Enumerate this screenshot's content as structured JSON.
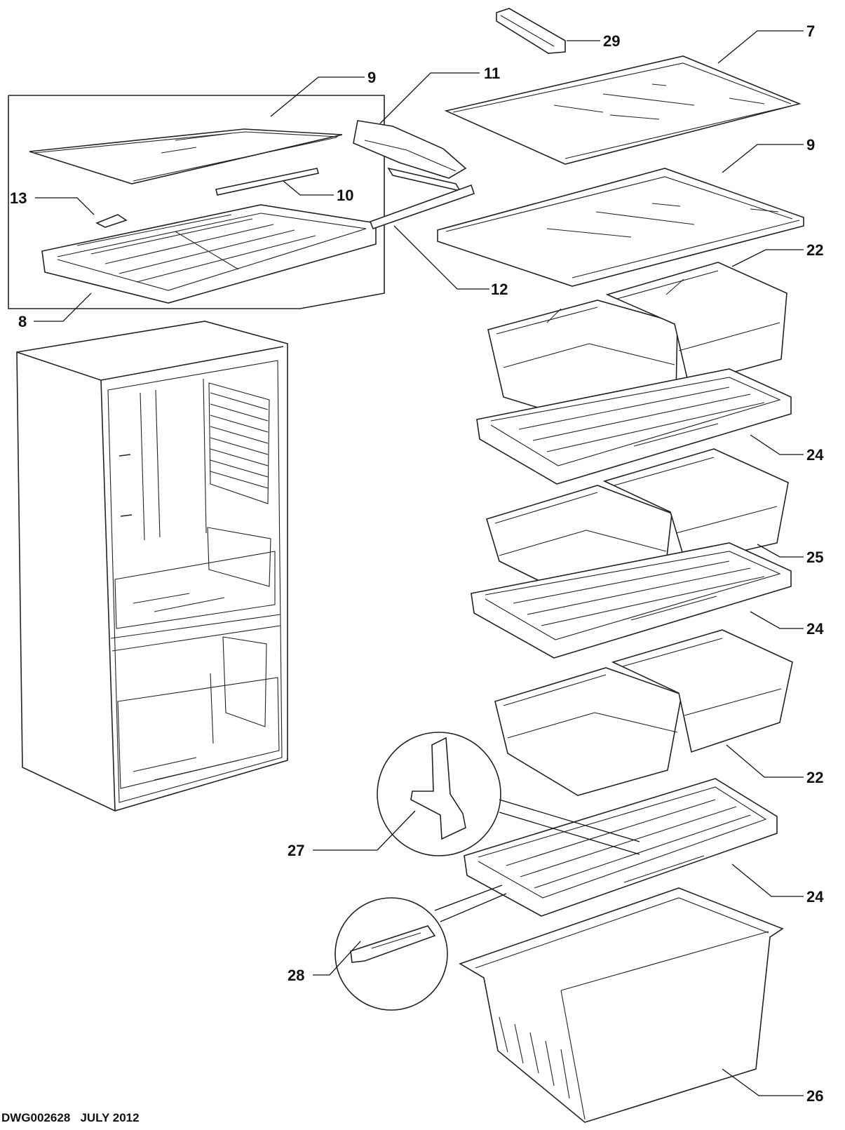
{
  "drawing": {
    "number": "DWG002628",
    "date": "JULY 2012"
  },
  "callouts": [
    "29",
    "7",
    "11",
    "9",
    "9",
    "10",
    "13",
    "12",
    "8",
    "22",
    "24",
    "25",
    "24",
    "22",
    "27",
    "24",
    "28",
    "26"
  ]
}
